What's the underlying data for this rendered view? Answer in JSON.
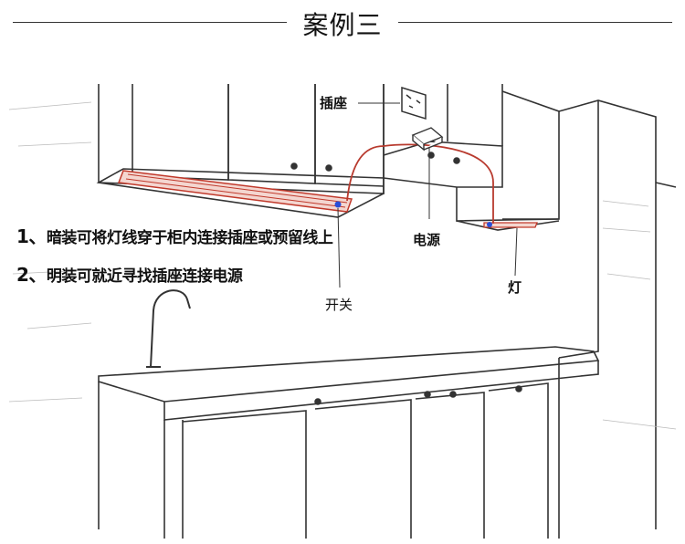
{
  "header": {
    "title": "案例三"
  },
  "notes": [
    {
      "num": "1、",
      "text": "暗装可将灯线穿于柜内连接插座或预留线上"
    },
    {
      "num": "2、",
      "text": "明装可就近寻找插座连接电源"
    }
  ],
  "labels": {
    "socket": "插座",
    "power": "电源",
    "switch": "开关",
    "light": "灯"
  },
  "colors": {
    "wire": "#b83a2e",
    "strip": "#c0392b",
    "switch_dot": "#2a4ed8",
    "sketch": "#333333"
  }
}
